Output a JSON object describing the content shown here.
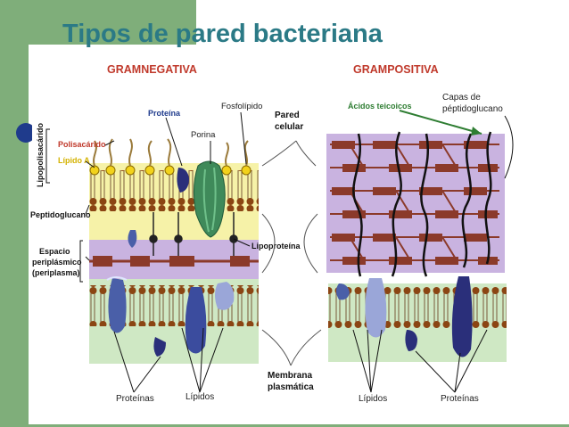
{
  "slide": {
    "title": "Tipos de pared bacteriana"
  },
  "gram_negative": {
    "heading": "GRAMNEGATIVA",
    "labels": {
      "lipopolysaccharide": "Lipopolisacárido",
      "polysaccharide": "Polisacárido",
      "lipid_a": "Lípido A",
      "protein": "Proteína",
      "phospholipid": "Fosfolípido",
      "porin": "Porina",
      "peptidoglycan": "Peptidoglucano",
      "periplasmic_space_1": "Espacio",
      "periplasmic_space_2": "periplásmico",
      "periplasmic_space_3": "(periplasma)",
      "lipoprotein": "Lipoproteína",
      "proteins": "Proteínas",
      "lipids": "Lípidos"
    }
  },
  "gram_positive": {
    "heading": "GRAMPOSITIVA",
    "labels": {
      "teichoic_acids": "Ácidos teicoicos",
      "pg_layers_1": "Capas de",
      "pg_layers_2": "péptidoglucano",
      "lipids": "Lípidos",
      "proteins": "Proteínas"
    }
  },
  "shared": {
    "cell_wall_1": "Pared",
    "cell_wall_2": "celular",
    "plasma_membrane_1": "Membrana",
    "plasma_membrane_2": "plasmática"
  },
  "colors": {
    "outer_membrane_bg": "#f6f2a8",
    "periplasm_bg": "#c9b3e0",
    "inner_membrane_bg": "#cfe8c4",
    "peptidoglycan_bar": "#8b3a2a",
    "lipid_head": "#8b4513",
    "protein_dark": "#2a2f7a",
    "porin": "#3f8a5a",
    "heading_red": "#c0392b",
    "label_blue": "#1f3b8c",
    "label_green": "#2e7d32"
  }
}
